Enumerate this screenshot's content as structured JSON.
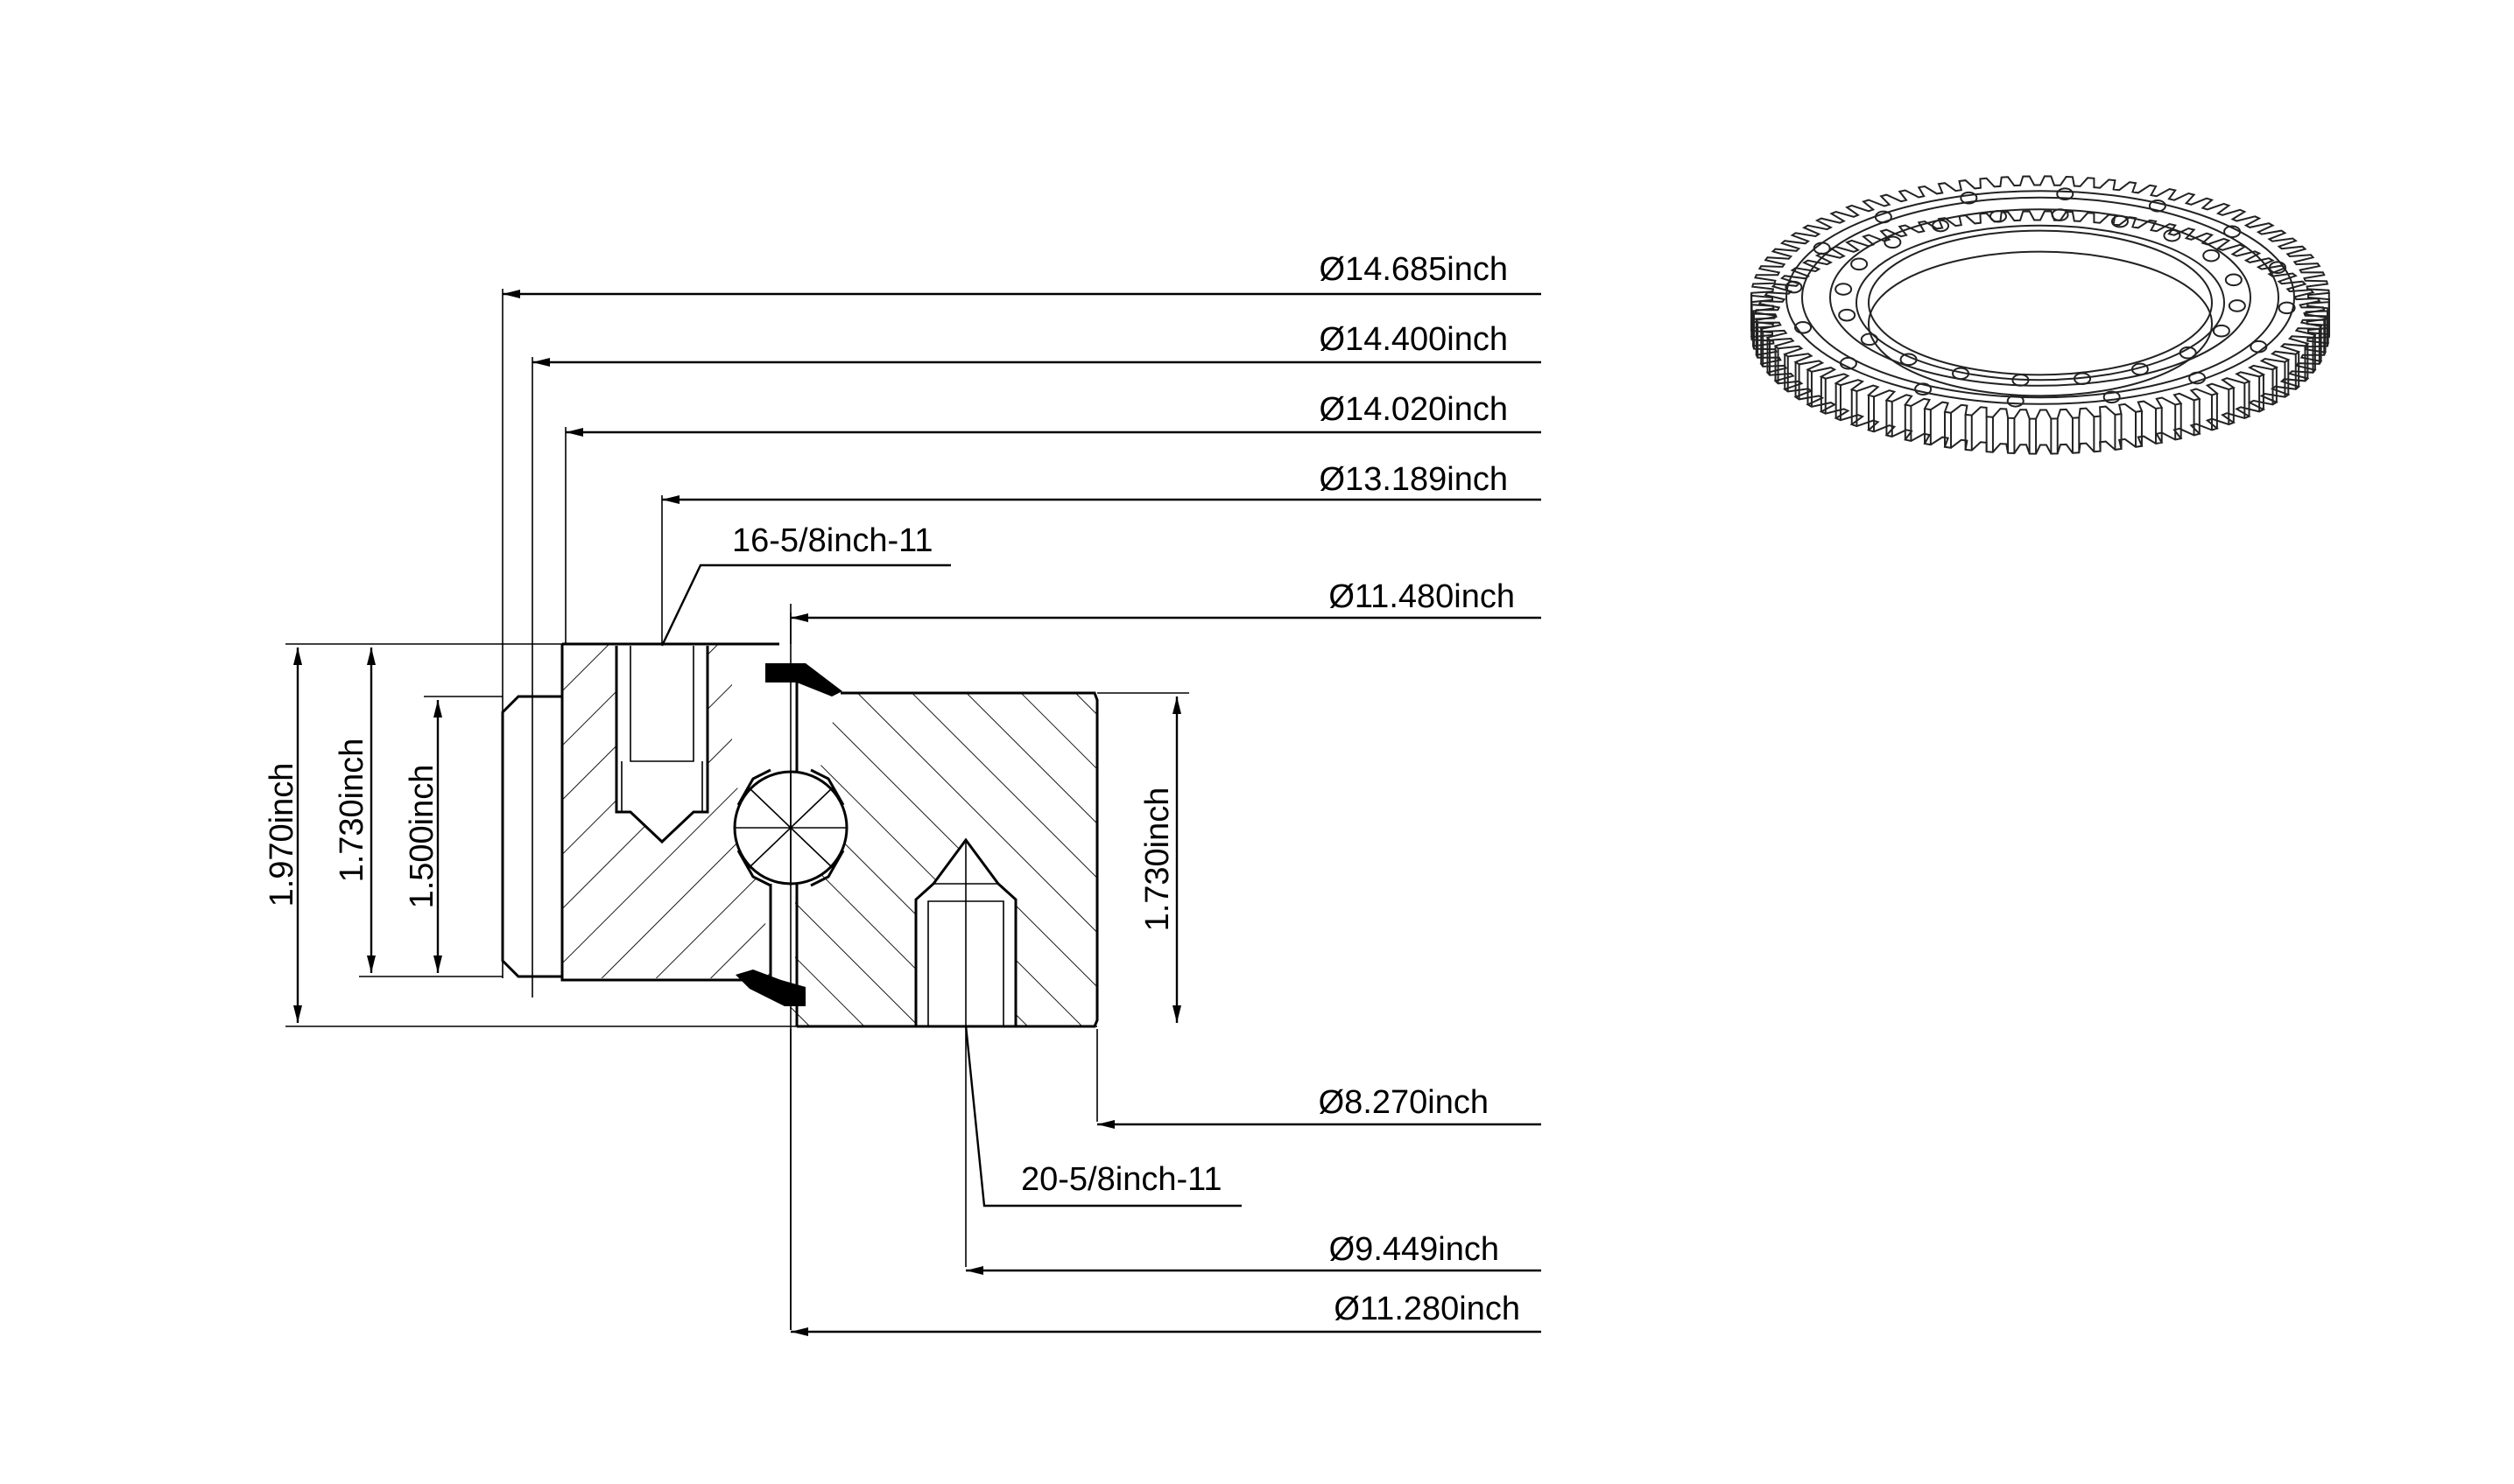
{
  "dimensions": {
    "d1": "Ø14.685inch",
    "d2": "Ø14.400inch",
    "d3": "Ø14.020inch",
    "d4": "Ø13.189inch",
    "d5": "Ø11.480inch",
    "d6": "Ø8.270inch",
    "d7": "Ø9.449inch",
    "d8": "Ø11.280inch",
    "thread_outer": "16-5/8inch-11",
    "thread_inner": "20-5/8inch-11",
    "h_total": "1.970inch",
    "h_outer": "1.730inch",
    "h_flange": "1.500inch",
    "h_inner": "1.730inch"
  },
  "gear": {
    "teeth": 84,
    "outer_holes": 16,
    "inner_holes": 20
  }
}
